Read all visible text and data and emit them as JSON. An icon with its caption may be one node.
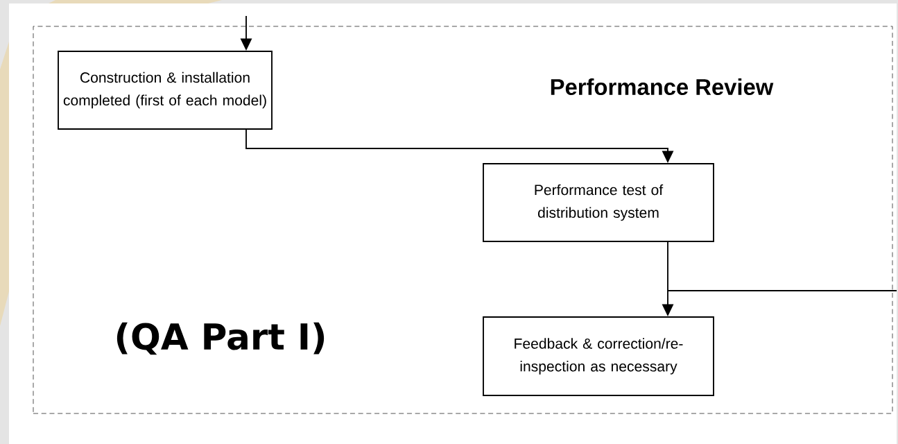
{
  "diagram": {
    "nodes": [
      {
        "text": [
          "Performance Review",
          "(QA Part I)"
        ]
      },
      {
        "text": [
          "Construction & installation completed (first of each model)"
        ],
        "in": 0
      },
      {
        "text": [
          "Performance test of distribution system"
        ],
        "in": 0
      },
      {
        "text": [
          "Feedback & correction/re-inspection as necessary"
        ],
        "in": 0
      }
    ],
    "edges": [
      {
        "from": null,
        "to": 1,
        "arrow": "to"
      },
      {
        "from": 1,
        "to": 2,
        "arrow": "to"
      },
      {
        "from": 2,
        "to": 3,
        "arrow": "to"
      },
      {
        "from": 2,
        "to": null,
        "arrow": "none"
      }
    ]
  }
}
